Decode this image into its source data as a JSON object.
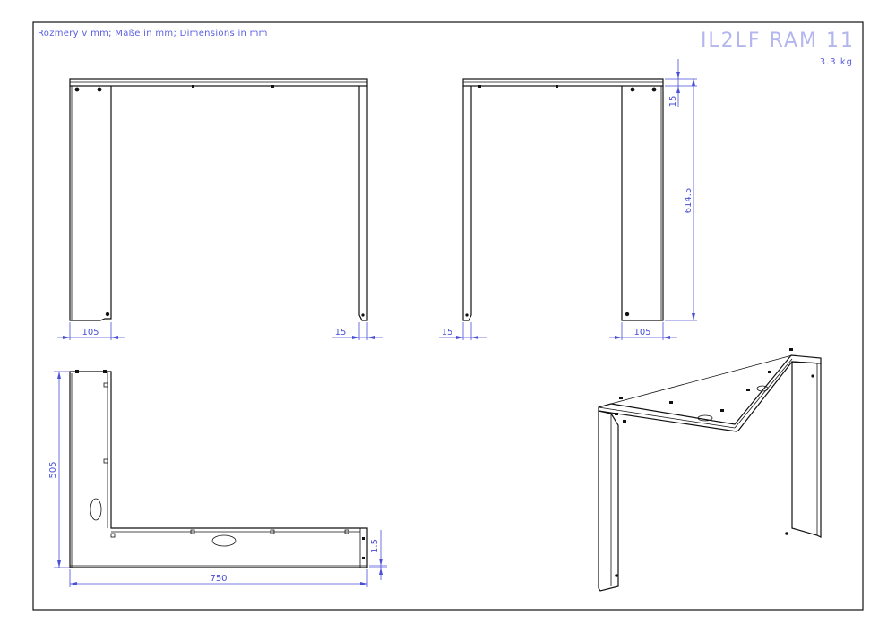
{
  "sheet": {
    "note": "Rozmery v mm; Maße in mm; Dimensions in mm",
    "title": "IL2LF RAM 11",
    "weight": "3.3 kg"
  },
  "dimensions": {
    "front_left_width": "105",
    "front_right_thickness": "15",
    "side_left_thickness": "15",
    "side_right_width": "105",
    "side_top_thickness": "15",
    "side_height": "614.5",
    "top_depth": "505",
    "top_length": "750",
    "top_thickness": "1.5"
  },
  "colors": {
    "dimension": "#4a4fd8",
    "title": "#b4b6ee",
    "line": "#111111"
  }
}
